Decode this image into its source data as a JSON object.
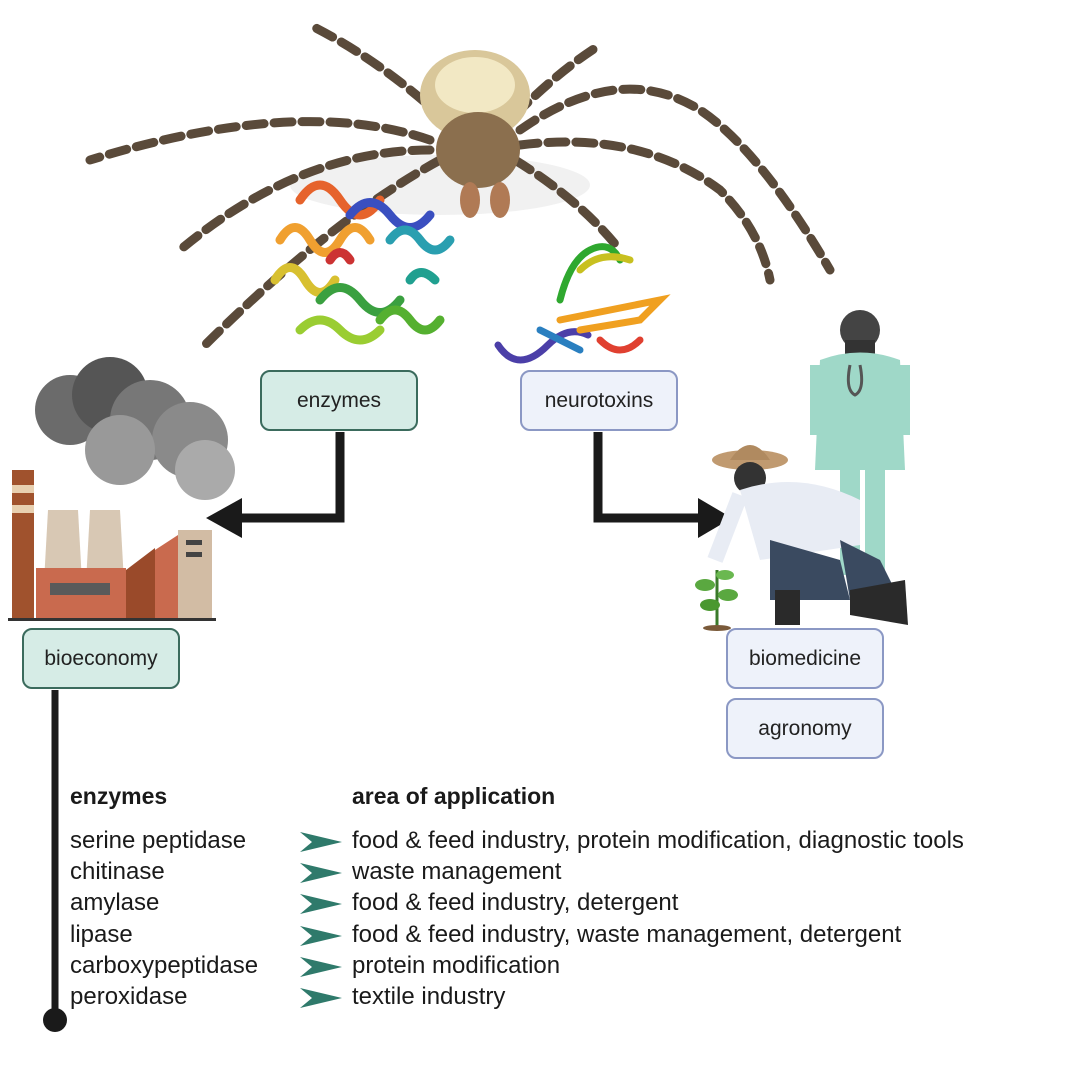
{
  "labels": {
    "enzymes": "enzymes",
    "neurotoxins": "neurotoxins",
    "bioeconomy": "bioeconomy",
    "biomedicine": "biomedicine",
    "agronomy": "agronomy"
  },
  "table": {
    "header_left": "enzymes",
    "header_right": "area of application",
    "rows": [
      {
        "enzyme": "serine peptidase",
        "application": "food & feed industry, protein modification, diagnostic tools"
      },
      {
        "enzyme": "chitinase",
        "application": "waste management"
      },
      {
        "enzyme": "amylase",
        "application": "food & feed industry, detergent"
      },
      {
        "enzyme": "lipase",
        "application": "food & feed industry, waste management, detergent"
      },
      {
        "enzyme": "carboxypeptidase",
        "application": "protein modification"
      },
      {
        "enzyme": "peroxidase",
        "application": "textile industry"
      }
    ]
  },
  "icons": [
    "spider-image",
    "enzyme-protein-structure",
    "neurotoxin-protein-structure",
    "factory-icon",
    "doctor-icon",
    "farmer-icon",
    "plant-icon",
    "chevron-right-icon"
  ],
  "colors": {
    "teal_box_fill": "#d6ece6",
    "teal_box_border": "#3b6b5d",
    "blue_box_fill": "#eef2fa",
    "blue_box_border": "#8b98c4",
    "chevron": "#2f7a6b",
    "connector": "#1a1a1a"
  }
}
